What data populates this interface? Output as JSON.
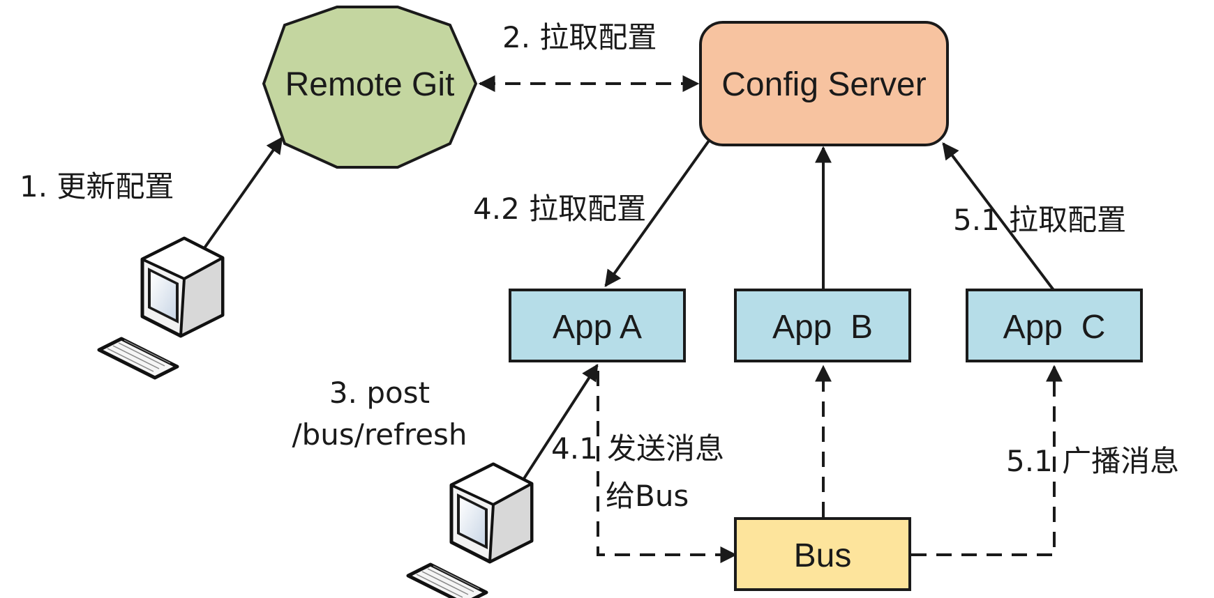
{
  "nodes": {
    "remote_git": "Remote Git",
    "config_server": "Config Server",
    "app_a": "App A",
    "app_b": "App  B",
    "app_c": "App  C",
    "bus": "Bus"
  },
  "labels": {
    "step1": "1. 更新配置",
    "step2": "2. 拉取配置",
    "step3_line1": "3. post",
    "step3_line2": "/bus/refresh",
    "step41_line1": "4.1 发送消息",
    "step41_line2": "给Bus",
    "step42": "4.2 拉取配置",
    "step51_pull": "5.1 拉取配置",
    "step51_broadcast": "5.1 广播消息"
  },
  "colors": {
    "git_fill": "#c4d6a0",
    "config_fill": "#f7c3a0",
    "app_fill": "#b6dde8",
    "bus_fill": "#fde49c",
    "stroke": "#1a1a1a"
  },
  "icons": {
    "admin_computer": "computer-icon",
    "client_computer": "computer-icon"
  }
}
